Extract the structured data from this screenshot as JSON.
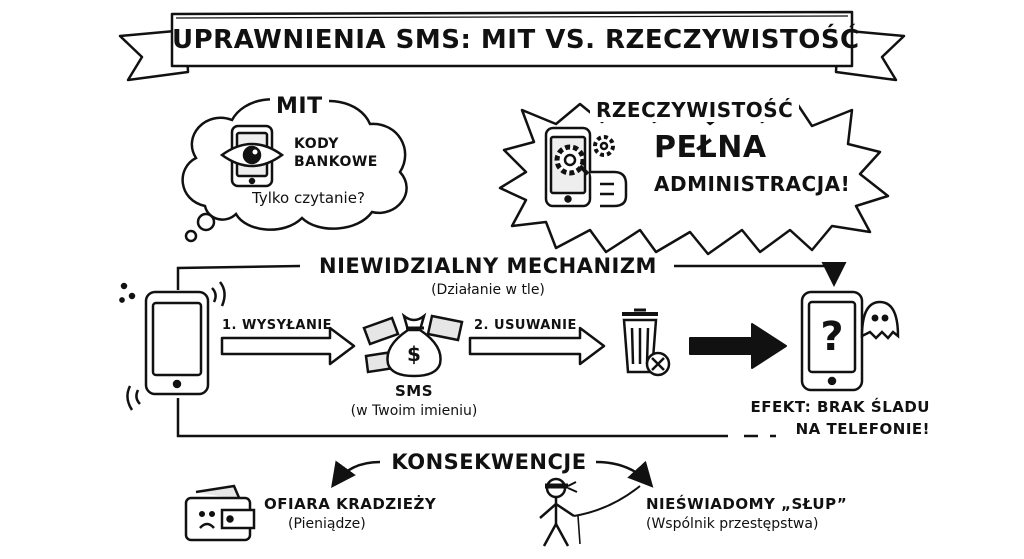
{
  "banner": {
    "title": "UPRAWNIENIA SMS: MIT VS. RZECZYWISTOŚĆ"
  },
  "myth": {
    "heading": "MIT",
    "label_line1": "KODY",
    "label_line2": "BANKOWE",
    "caption": "Tylko czytanie?",
    "icon": "eye-phone-icon"
  },
  "reality": {
    "heading": "RZECZYWISTOŚĆ",
    "line1": "PEŁNA",
    "line2": "ADMINISTRACJA!",
    "icon": "gear-phone-robot-hand-icon"
  },
  "mechanism": {
    "title": "NIEWIDZIALNY MECHANIZM",
    "subtitle": "(Działanie w tle)",
    "step1": "1. WYSYŁANIE",
    "step2": "2. USUWANIE",
    "sms_label": "SMS",
    "sms_caption": "(w Twoim imieniu)",
    "effect_line1": "EFEKT: BRAK ŚLADU",
    "effect_line2": "NA TELEFONIE!"
  },
  "consequences": {
    "title": "KONSEKWENCJE",
    "left_title": "OFIARA KRADZIEŻY",
    "left_caption": "(Pieniądze)",
    "right_title": "NIEŚWIADOMY „SŁUP”",
    "right_caption": "(Wspólnik przestępstwa)"
  },
  "colors": {
    "ink": "#111111",
    "paper": "#ffffff",
    "shade": "#d9d9d9"
  }
}
